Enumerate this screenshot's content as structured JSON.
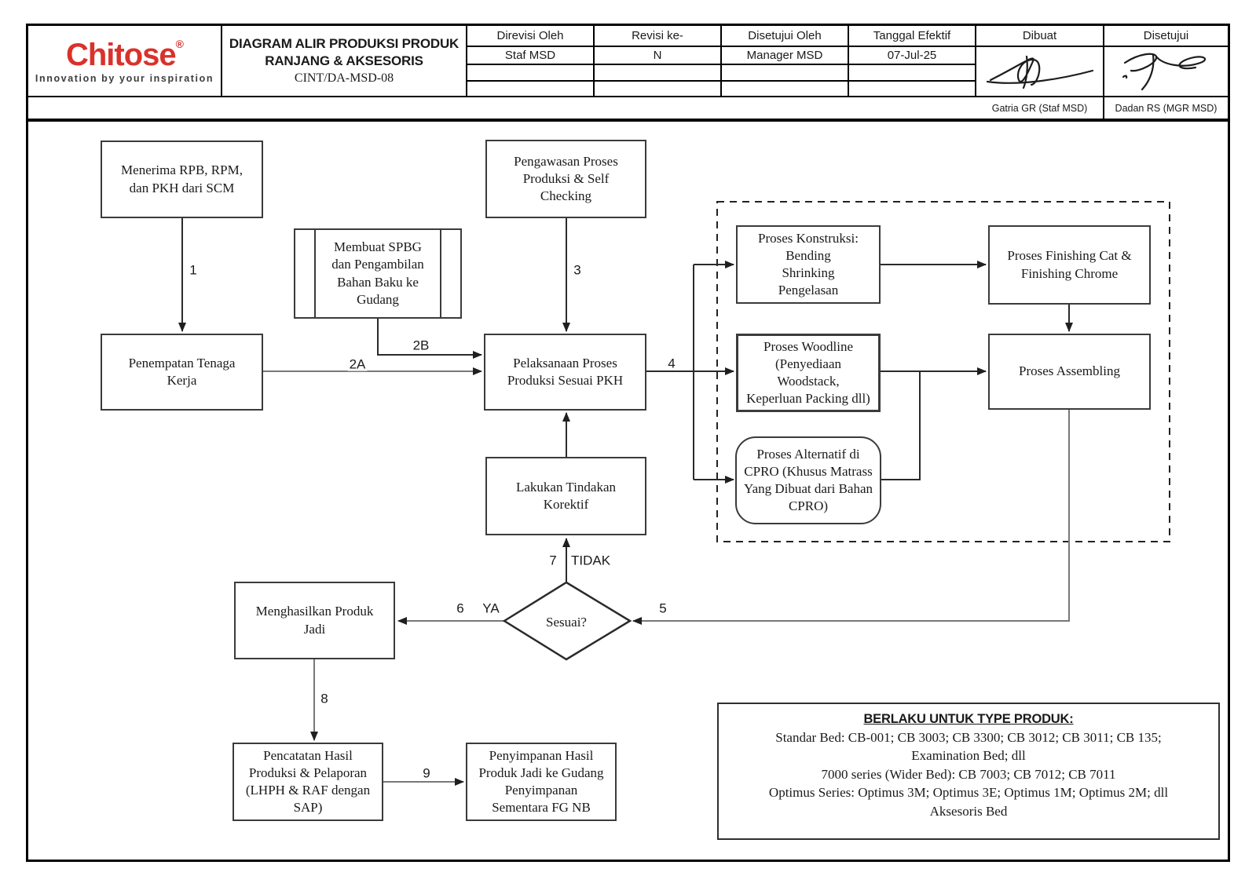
{
  "colors": {
    "brand_red": "#d9322b",
    "line_dark": "#2a2a2a",
    "line_gray": "#787878"
  },
  "header": {
    "logo": {
      "brand": "Chitose",
      "registered": "®",
      "tagline": "Innovation by your inspiration"
    },
    "title": {
      "line1": "DIAGRAM ALIR PRODUKSI PRODUK",
      "line2": "RANJANG & AKSESORIS",
      "doc_code": "CINT/DA-MSD-08"
    },
    "revision_table": {
      "rows": [
        [
          "Direvisi Oleh",
          "Revisi ke-",
          "Disetujui Oleh",
          "Tanggal Efektif"
        ],
        [
          "Staf MSD",
          "N",
          "Manager MSD",
          "07-Jul-25"
        ],
        [
          "",
          "",
          "",
          ""
        ],
        [
          "",
          "",
          "",
          ""
        ]
      ]
    },
    "approval": {
      "made_by_label": "Dibuat",
      "approved_by_label": "Disetujui",
      "made_by_name": "Gatria GR (Staf MSD)",
      "approved_by_name": "Dadan RS (MGR MSD)"
    }
  },
  "flowchart": {
    "nodes": {
      "menerima": {
        "label": "Menerima RPB, RPM,\ndan PKH dari SCM"
      },
      "penempatan": {
        "label": "Penempatan Tenaga\nKerja"
      },
      "spbg": {
        "label": "Membuat SPBG\ndan Pengambilan\nBahan Baku ke\nGudang"
      },
      "pengawasan": {
        "label": "Pengawasan Proses\nProduksi & Self\nChecking"
      },
      "pelaksanaan": {
        "label": "Pelaksanaan Proses\nProduksi Sesuai PKH"
      },
      "lakukan": {
        "label": "Lakukan Tindakan\nKorektif"
      },
      "konstruksi": {
        "label": "Proses Konstruksi:\nBending\nShrinking\nPengelasan"
      },
      "finishing": {
        "label": "Proses Finishing Cat &\nFinishing Chrome"
      },
      "woodline": {
        "label": "Proses Woodline\n(Penyediaan Woodstack,\nKeperluan Packing dll)"
      },
      "assembling": {
        "label": "Proses Assembling"
      },
      "cpro": {
        "label": "Proses Alternatif di\nCPRO (Khusus Matrass\nYang Dibuat dari Bahan\nCPRO)"
      },
      "menghasilkan": {
        "label": "Menghasilkan Produk\nJadi"
      },
      "pencatatan": {
        "label": "Pencatatan Hasil\nProduksi & Pelaporan\n(LHPH & RAF dengan\nSAP)"
      },
      "penyimpanan": {
        "label": "Penyimpanan Hasil\nProduk Jadi ke Gudang\nPenyimpanan\nSementara FG NB"
      },
      "sesuai": {
        "label": "Sesuai?"
      }
    },
    "edge_labels": {
      "e1": "1",
      "e2a": "2A",
      "e2b": "2B",
      "e3": "3",
      "e4": "4",
      "e5": "5",
      "e6": "6",
      "e7": "7",
      "e8": "8",
      "e9": "9",
      "ya": "YA",
      "tidak": "TIDAK"
    }
  },
  "note": {
    "title": "BERLAKU UNTUK TYPE PRODUK:",
    "lines": [
      "Standar Bed: CB-001; CB 3003; CB 3300; CB 3012; CB 3011; CB 135;",
      "Examination Bed; dll",
      "7000 series (Wider Bed): CB 7003; CB 7012; CB 7011",
      "Optimus Series: Optimus 3M; Optimus 3E; Optimus 1M; Optimus 2M; dll",
      "Aksesoris Bed"
    ]
  }
}
